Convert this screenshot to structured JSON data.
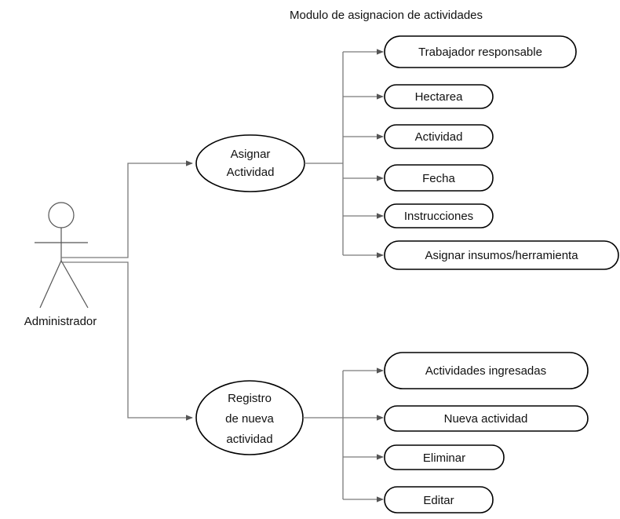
{
  "diagram": {
    "title": "Modulo de asignacion de actividades",
    "actor": {
      "label": "Administrador"
    },
    "use_cases": {
      "asignar": {
        "lines": [
          "Asignar",
          "Actividad"
        ]
      },
      "registro": {
        "lines": [
          "Registro",
          "de nueva",
          "actividad"
        ]
      }
    },
    "asignar_items": [
      "Trabajador responsable",
      "Hectarea",
      "Actividad",
      "Fecha",
      "Instrucciones",
      "Asignar insumos/herramienta"
    ],
    "registro_items": [
      "Actividades ingresadas",
      "Nueva actividad",
      "Eliminar",
      "Editar"
    ]
  }
}
